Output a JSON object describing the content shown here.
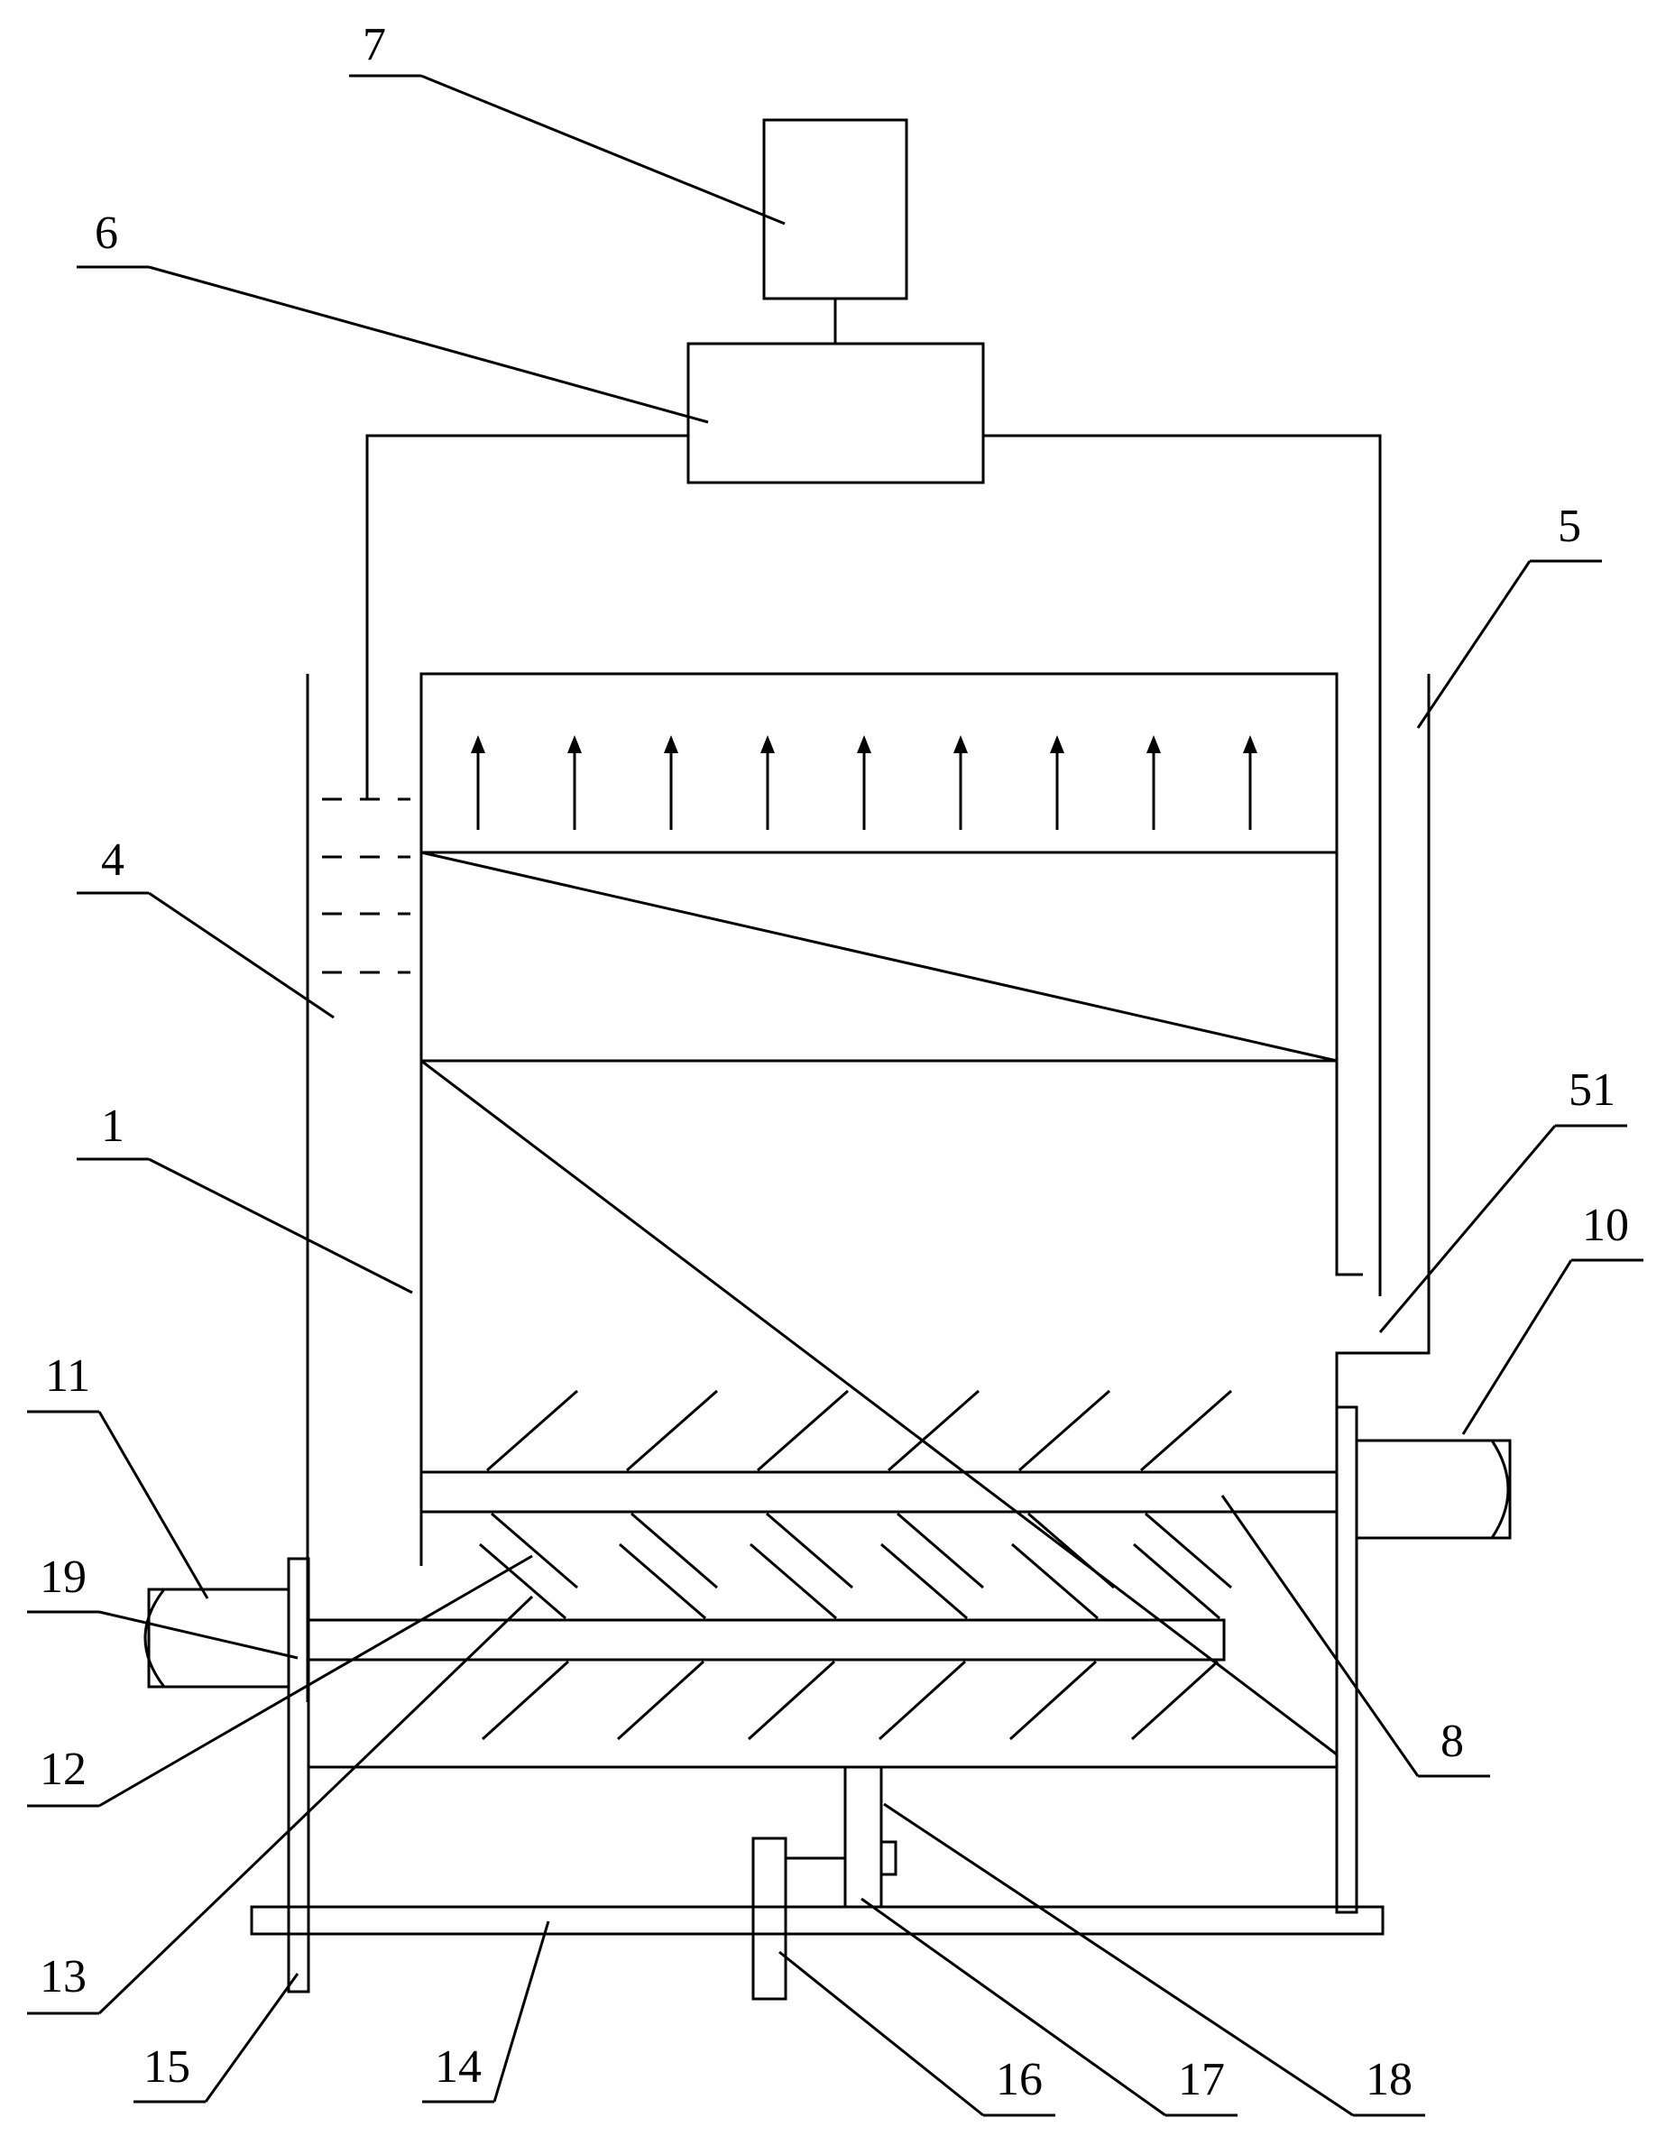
{
  "figure": {
    "labels": [
      {
        "id": "7",
        "text": "7"
      },
      {
        "id": "6",
        "text": "6"
      },
      {
        "id": "5",
        "text": "5"
      },
      {
        "id": "4",
        "text": "4"
      },
      {
        "id": "51",
        "text": "51"
      },
      {
        "id": "1",
        "text": "1"
      },
      {
        "id": "10",
        "text": "10"
      },
      {
        "id": "11",
        "text": "11"
      },
      {
        "id": "19",
        "text": "19"
      },
      {
        "id": "12",
        "text": "12"
      },
      {
        "id": "13",
        "text": "13"
      },
      {
        "id": "8",
        "text": "8"
      },
      {
        "id": "15",
        "text": "15"
      },
      {
        "id": "14",
        "text": "14"
      },
      {
        "id": "16",
        "text": "16"
      },
      {
        "id": "17",
        "text": "17"
      },
      {
        "id": "18",
        "text": "18"
      }
    ]
  }
}
